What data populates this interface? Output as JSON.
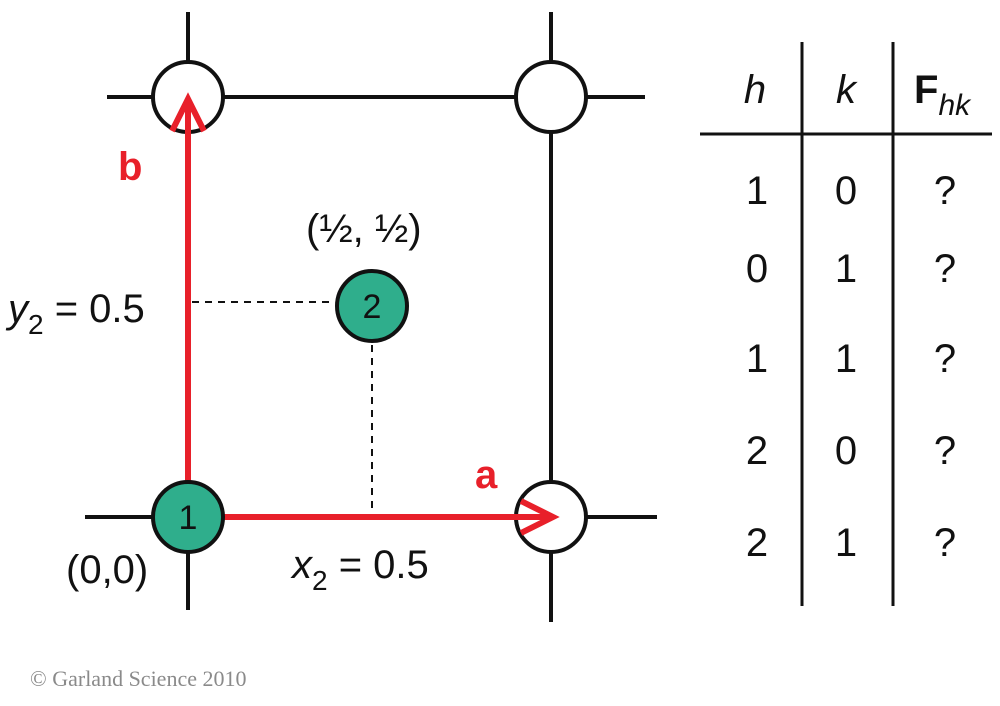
{
  "diagram": {
    "colors": {
      "line": "#111111",
      "axis_red": "#e8202a",
      "atom_green": "#2fae8c",
      "empty_atom": "#ffffff",
      "credit_gray": "#8a8a8a"
    },
    "axis_a_label": "a",
    "axis_b_label": "b",
    "atom1_label": "1",
    "atom2_label": "2",
    "origin_coord": "(0,0)",
    "atom2_coord": "(½, ½)",
    "y2_var": "y",
    "y2_sub": "2",
    "y2_rest": " = 0.5",
    "x2_var": "x",
    "x2_sub": "2",
    "x2_rest": " = 0.5",
    "credit": "© Garland Science 2010"
  },
  "table": {
    "header": {
      "h": "h",
      "k": "k",
      "F": "F",
      "F_sub": "hk"
    },
    "rows": [
      {
        "h": "1",
        "k": "0",
        "f": "?"
      },
      {
        "h": "0",
        "k": "1",
        "f": "?"
      },
      {
        "h": "1",
        "k": "1",
        "f": "?"
      },
      {
        "h": "2",
        "k": "0",
        "f": "?"
      },
      {
        "h": "2",
        "k": "1",
        "f": "?"
      }
    ]
  }
}
